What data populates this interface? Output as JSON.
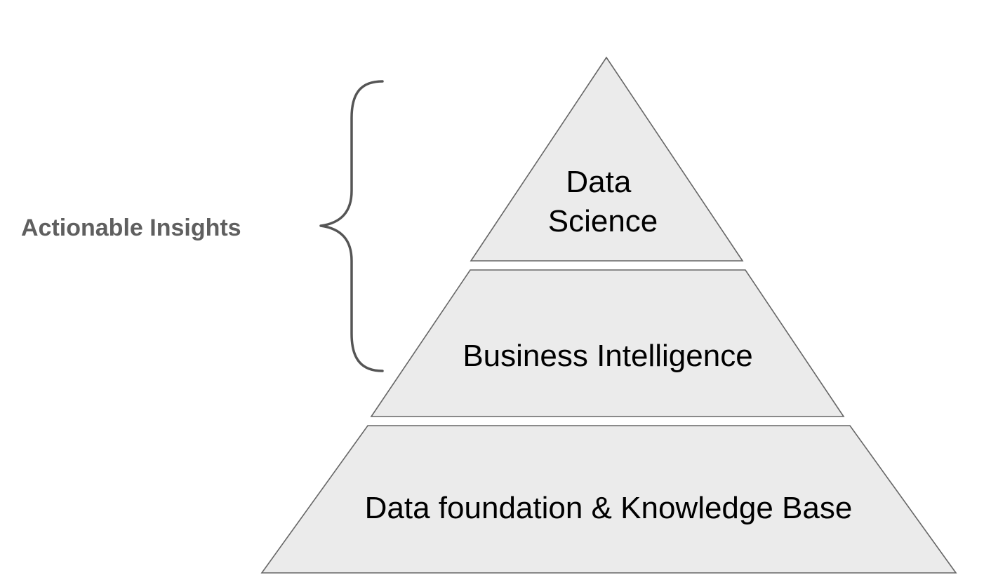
{
  "diagram": {
    "tiers": {
      "top": {
        "line1": "Data",
        "line2": "Science"
      },
      "middle": {
        "label": "Business Intelligence"
      },
      "bottom": {
        "label": "Data foundation & Knowledge Base"
      }
    },
    "brace_label": "Actionable Insights"
  },
  "colors": {
    "tier_fill": "#ebebeb",
    "tier_stroke": "#666666",
    "side_label": "#5f5f5f",
    "brace": "#555555"
  }
}
